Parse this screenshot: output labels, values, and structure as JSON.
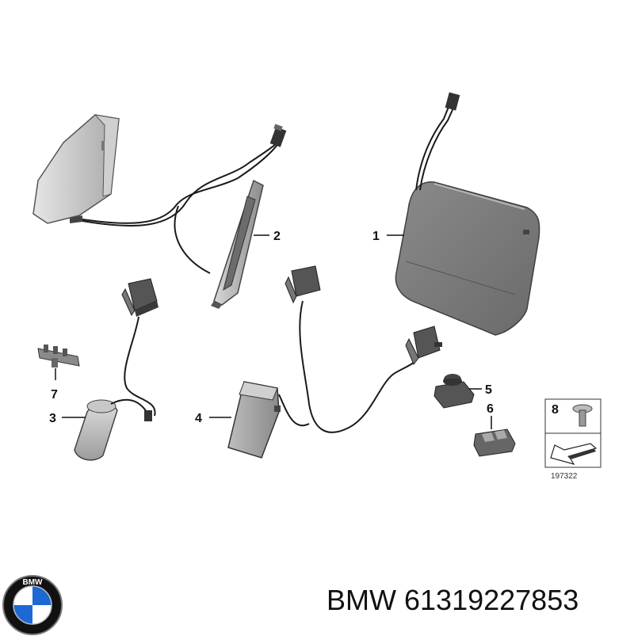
{
  "diagram": {
    "callouts": {
      "c1": "1",
      "c2": "2",
      "c3": "3",
      "c4": "4",
      "c5": "5",
      "c6": "6",
      "c7": "7",
      "c8": "8"
    },
    "reference_number": "197322"
  },
  "footer": {
    "brand": "BMW",
    "part_number": "61319227853",
    "logo_letters": "BMW"
  },
  "colors": {
    "part_dark": "#6f6f6f",
    "part_mid": "#9a9a9a",
    "part_light": "#cfcfcf",
    "cable": "#1a1a1a",
    "logo_blue": "#1c69d4"
  }
}
